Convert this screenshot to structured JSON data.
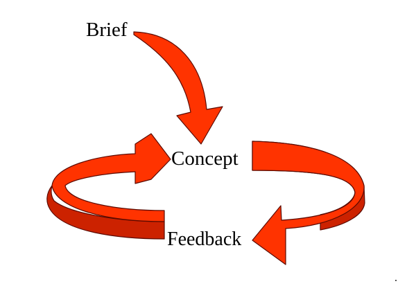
{
  "diagram": {
    "nodes": [
      {
        "id": "brief",
        "label": "Brief"
      },
      {
        "id": "concept",
        "label": "Concept"
      },
      {
        "id": "feedback",
        "label": "Feedback"
      }
    ],
    "edges": [
      {
        "from": "brief",
        "to": "concept"
      },
      {
        "from": "concept",
        "to": "feedback"
      },
      {
        "from": "feedback",
        "to": "concept"
      }
    ],
    "colors": {
      "arrow_fill": "#ff3300",
      "arrow_shade": "#cc2200",
      "arrow_outline": "#5a0a00",
      "text": "#000000",
      "background": "#ffffff"
    }
  }
}
